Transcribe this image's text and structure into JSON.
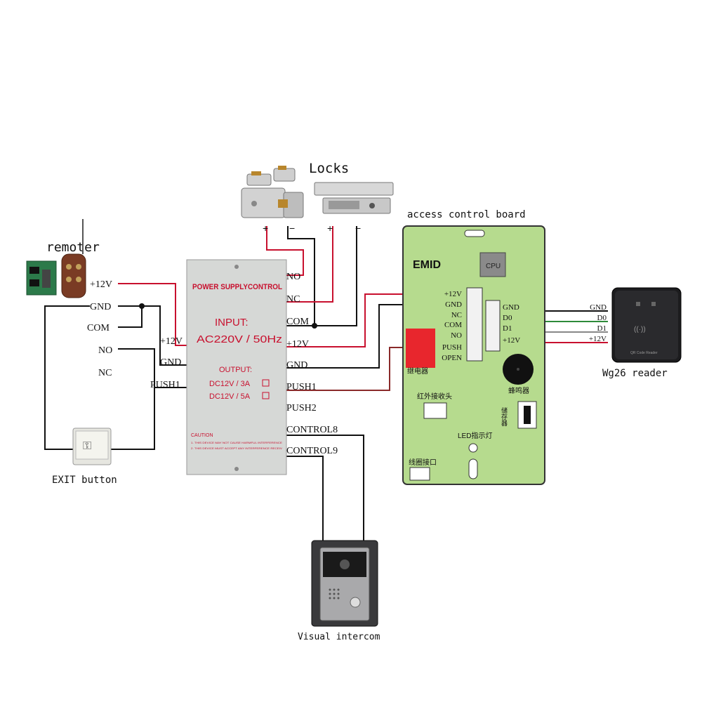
{
  "labels": {
    "locks": "Locks",
    "remoter": "remoter",
    "access_board": "access control board",
    "reader": "Wg26 reader",
    "exit_button": "EXIT button",
    "intercom": "Visual intercom"
  },
  "lock_polarity": {
    "plus": "+",
    "minus": "−"
  },
  "remote_terminals": [
    "+12V",
    "GND",
    "COM",
    "NO",
    "NC"
  ],
  "psu_left_terminals": [
    "+12V",
    "GND",
    "PUSH1"
  ],
  "psu_right_terminals": [
    "NO",
    "NC",
    "COM",
    "+12V",
    "GND",
    "PUSH1",
    "PUSH2",
    "CONTROL8",
    "CONTROL9"
  ],
  "psu_face": {
    "title": "POWER SUPPLYCONTROL",
    "input_label": "INPUT:",
    "input_value": "AC220V / 50Hz",
    "output_label": "OUTPUT:",
    "output_1": "DC12V / 3A",
    "output_2": "DC12V / 5A",
    "caution": "CAUTION",
    "caution_1": "1. THIS DEVICE MAY NOT CAUSE HARMFUL INTERFERENCE",
    "caution_2": "2. THIS DEVICE MUST ACCEPT ANY INTERFERENCE RECEIV"
  },
  "board_left_terminals": [
    "+12V",
    "GND",
    "NC",
    "COM",
    "NO",
    "PUSH",
    "OPEN"
  ],
  "board_right_terminals": [
    "GND",
    "D0",
    "D1",
    "+12V"
  ],
  "board_face": {
    "brand": "EMID",
    "cpu": "CPU",
    "relay": "继电器",
    "ir": "红外接收头",
    "buzzer": "蜂鸣器",
    "storage": "储存器",
    "led": "LED指示灯",
    "coil": "线圈接口"
  },
  "reader_terminals": [
    "GND",
    "D0",
    "D1",
    "+12V"
  ],
  "reader_face": {
    "caption": "QR Code Reader",
    "rfid": "((·))"
  },
  "colors": {
    "wire_red": "#c8102e",
    "wire_black": "#111111",
    "wire_green": "#2e8b3a",
    "wire_yellow": "#e8d000",
    "wire_blue": "#1f4fd1",
    "wire_gray": "#888888",
    "board_green": "#b6db8e",
    "psu_gray": "#d6d8d6",
    "psu_red_text": "#c8102e"
  }
}
